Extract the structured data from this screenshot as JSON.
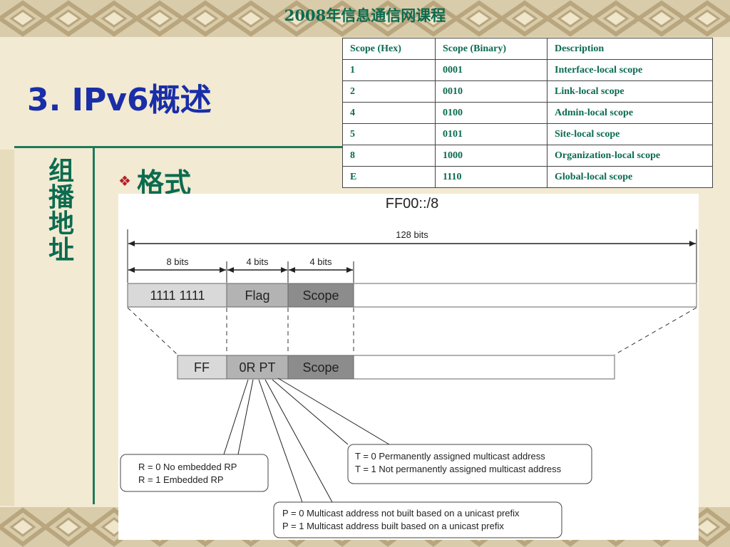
{
  "header": {
    "title": "2008年信息通信网课程"
  },
  "slide": {
    "title": "3. IPv6概述",
    "side_label": "组播地址",
    "bullet": "格式"
  },
  "scope_table": {
    "headers": [
      "Scope (Hex)",
      "Scope (Binary)",
      "Description"
    ],
    "rows": [
      [
        "1",
        "0001",
        "Interface-local scope"
      ],
      [
        "2",
        "0010",
        "Link-local scope"
      ],
      [
        "4",
        "0100",
        "Admin-local scope"
      ],
      [
        "5",
        "0101",
        "Site-local scope"
      ],
      [
        "8",
        "1000",
        "Organization-local scope"
      ],
      [
        "E",
        "1110",
        "Global-local scope"
      ]
    ]
  },
  "diagram": {
    "title": "FF00::/8",
    "total_bits": "128 bits",
    "field_bits": [
      "8 bits",
      "4 bits",
      "4 bits"
    ],
    "top_fields": [
      "1111 1111",
      "Flag",
      "Scope"
    ],
    "bottom_fields": [
      "FF",
      "0R PT",
      "Scope"
    ],
    "r_note": [
      "R = 0 No embedded RP",
      "R = 1 Embedded RP"
    ],
    "t_note": [
      "T = 0 Permanently assigned multicast address",
      "T = 1 Not permanently assigned multicast address"
    ],
    "p_note": [
      "P = 0 Multicast address not built based on a unicast prefix",
      "P = 1 Multicast address built based on a unicast prefix"
    ]
  },
  "colors": {
    "title_blue": "#1a2ea8",
    "heading_green": "#0b6b50",
    "bullet_red": "#b4202a",
    "rule_green": "#1f7a5a"
  },
  "icons": {
    "bullet": "diamond-bullet-icon"
  }
}
